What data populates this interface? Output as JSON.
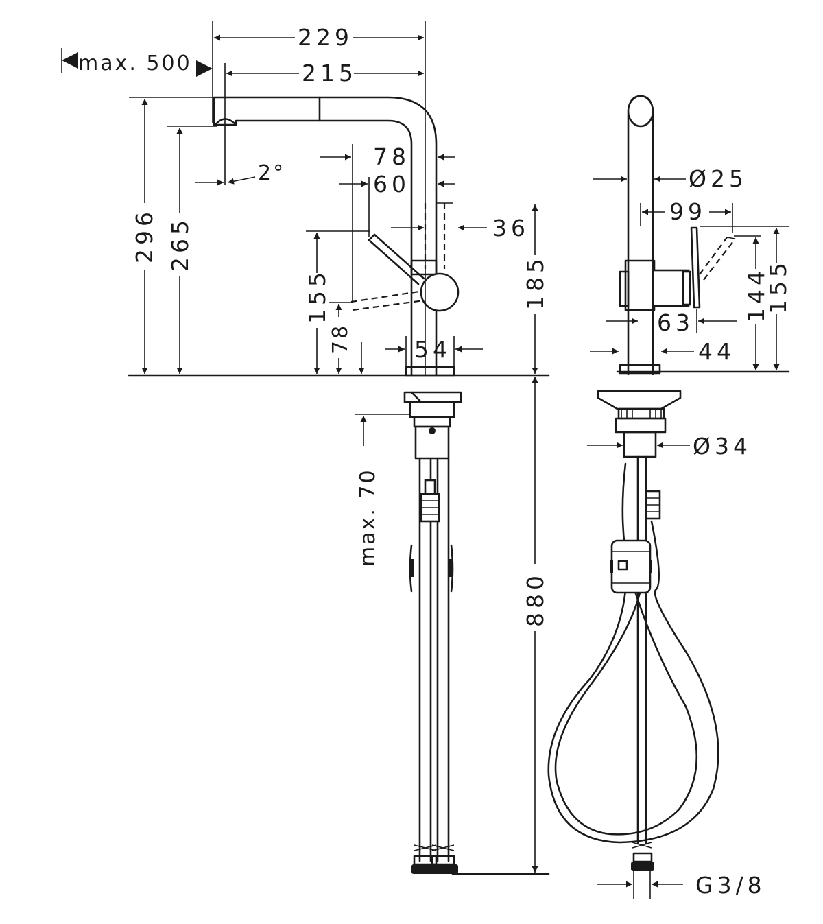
{
  "dimensions": {
    "d229": "229",
    "d215": "215",
    "max500": "max. 500",
    "angle": "2°",
    "d78_top": "78",
    "d60": "60",
    "d36": "36",
    "d296": "296",
    "d265": "265",
    "d155_left": "155",
    "d78_left": "78",
    "d185": "185",
    "d54": "54",
    "max70": "max. 70",
    "d880": "880",
    "dia25": "Ø25",
    "d99": "99",
    "d63": "63",
    "d44": "44",
    "d144": "144",
    "d155_right": "155",
    "dia34": "Ø34",
    "thread": "G3/8"
  }
}
